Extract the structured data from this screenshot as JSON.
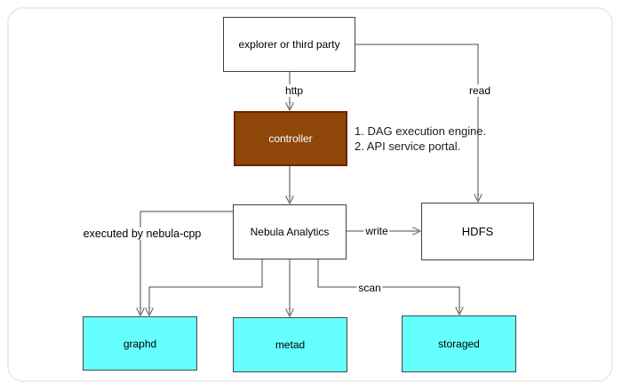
{
  "diagram": {
    "nodes": {
      "explorer": {
        "label": "explorer or third party"
      },
      "controller": {
        "label": "controller"
      },
      "nebula": {
        "label": "Nebula Analytics"
      },
      "hdfs": {
        "label": "HDFS"
      },
      "graphd": {
        "label": "graphd"
      },
      "metad": {
        "label": "metad"
      },
      "storaged": {
        "label": "storaged"
      }
    },
    "edge_labels": {
      "http": "http",
      "read": "read",
      "write": "write",
      "scan": "scan",
      "executed": "executed by nebula-cpp"
    },
    "annotation": {
      "line1": "1. DAG execution engine.",
      "line2": "2. API service portal."
    },
    "colors": {
      "controller_fill": "#8f4709",
      "controller_border": "#761f05",
      "service_fill": "#66ffff",
      "box_border": "#3f3f3f",
      "connector_line": "#4b4b4b",
      "arrowhead": "#000000",
      "frame_border": "#ececec"
    }
  }
}
